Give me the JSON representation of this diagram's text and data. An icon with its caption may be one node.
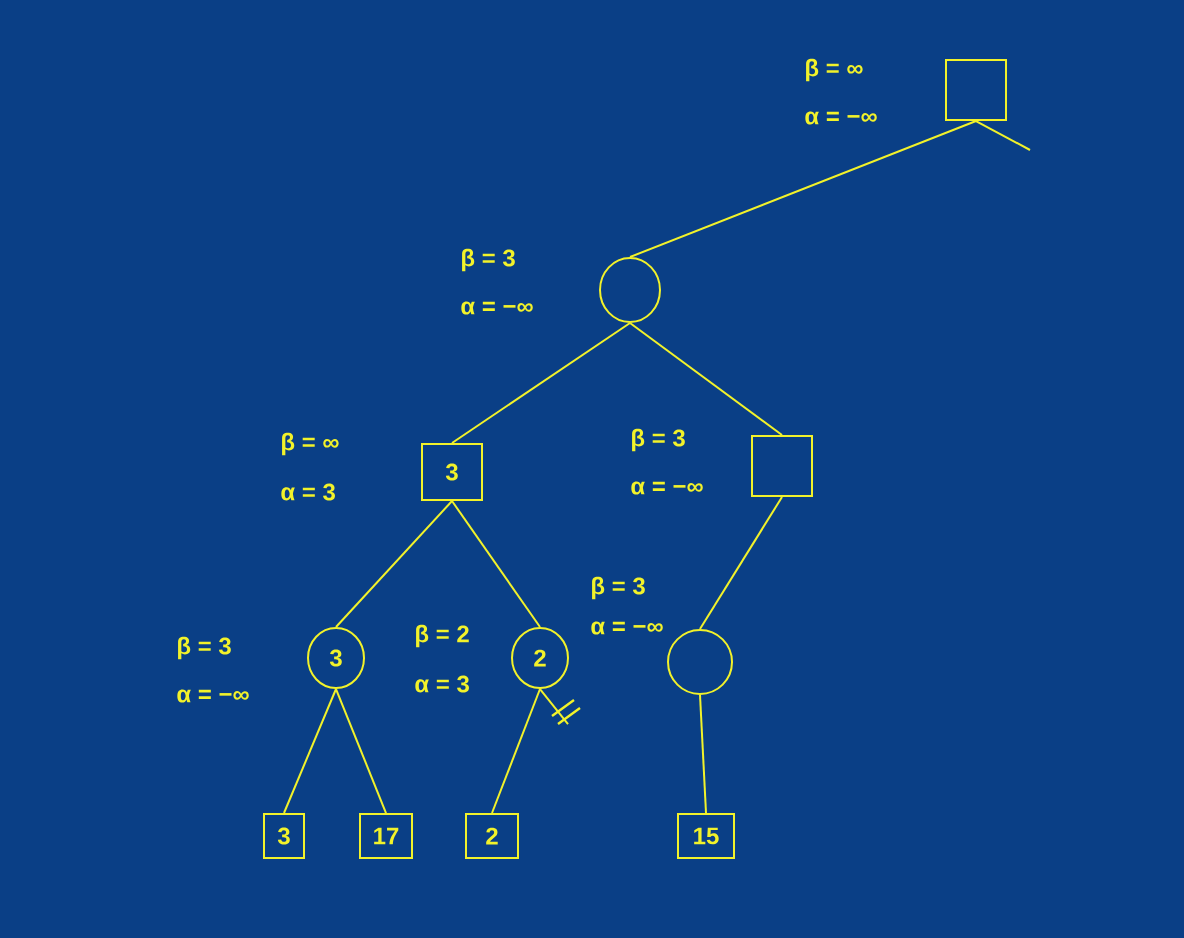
{
  "diagram": {
    "nodes": [
      {
        "text": [],
        "shape": "box",
        "beside": [
          "β = ∞",
          "α = −∞"
        ]
      },
      {
        "text": [],
        "shape": "circle",
        "beside": [
          "β = 3",
          "α = −∞"
        ]
      },
      {
        "text": [
          "3"
        ],
        "beside": [
          "β = ∞",
          "α = 3"
        ]
      },
      {
        "text": [],
        "shape": "box",
        "beside": [
          "β = 3",
          "α = −∞"
        ]
      },
      {
        "text": [
          "3"
        ],
        "beside": [
          "β = 3",
          "α = −∞"
        ]
      },
      {
        "text": [
          "2"
        ],
        "beside": [
          "β = 2",
          "α = 3"
        ]
      },
      {
        "text": [],
        "shape": "circle",
        "beside": [
          "β = 3",
          "α = −∞"
        ]
      },
      {
        "text": [
          "3"
        ]
      },
      {
        "text": [
          "17"
        ]
      },
      {
        "text": [
          "2"
        ]
      },
      {
        "text": [
          "15"
        ]
      }
    ],
    "edges": [
      {
        "from": 0,
        "to": 1,
        "arrow": "none"
      },
      {
        "from": 0,
        "to": null,
        "arrow": "none"
      },
      {
        "from": 1,
        "to": 2,
        "arrow": "none"
      },
      {
        "from": 1,
        "to": 3,
        "arrow": "none"
      },
      {
        "from": 2,
        "to": 4,
        "arrow": "none"
      },
      {
        "from": 2,
        "to": 5,
        "arrow": "none"
      },
      {
        "from": 3,
        "to": 6,
        "arrow": "none"
      },
      {
        "from": 4,
        "to": 7,
        "arrow": "none"
      },
      {
        "from": 4,
        "to": 8,
        "arrow": "none"
      },
      {
        "from": 5,
        "to": 9,
        "arrow": "none"
      },
      {
        "from": 5,
        "to": null,
        "arrow": "none"
      },
      {
        "from": 6,
        "to": 10,
        "arrow": "none"
      }
    ]
  }
}
